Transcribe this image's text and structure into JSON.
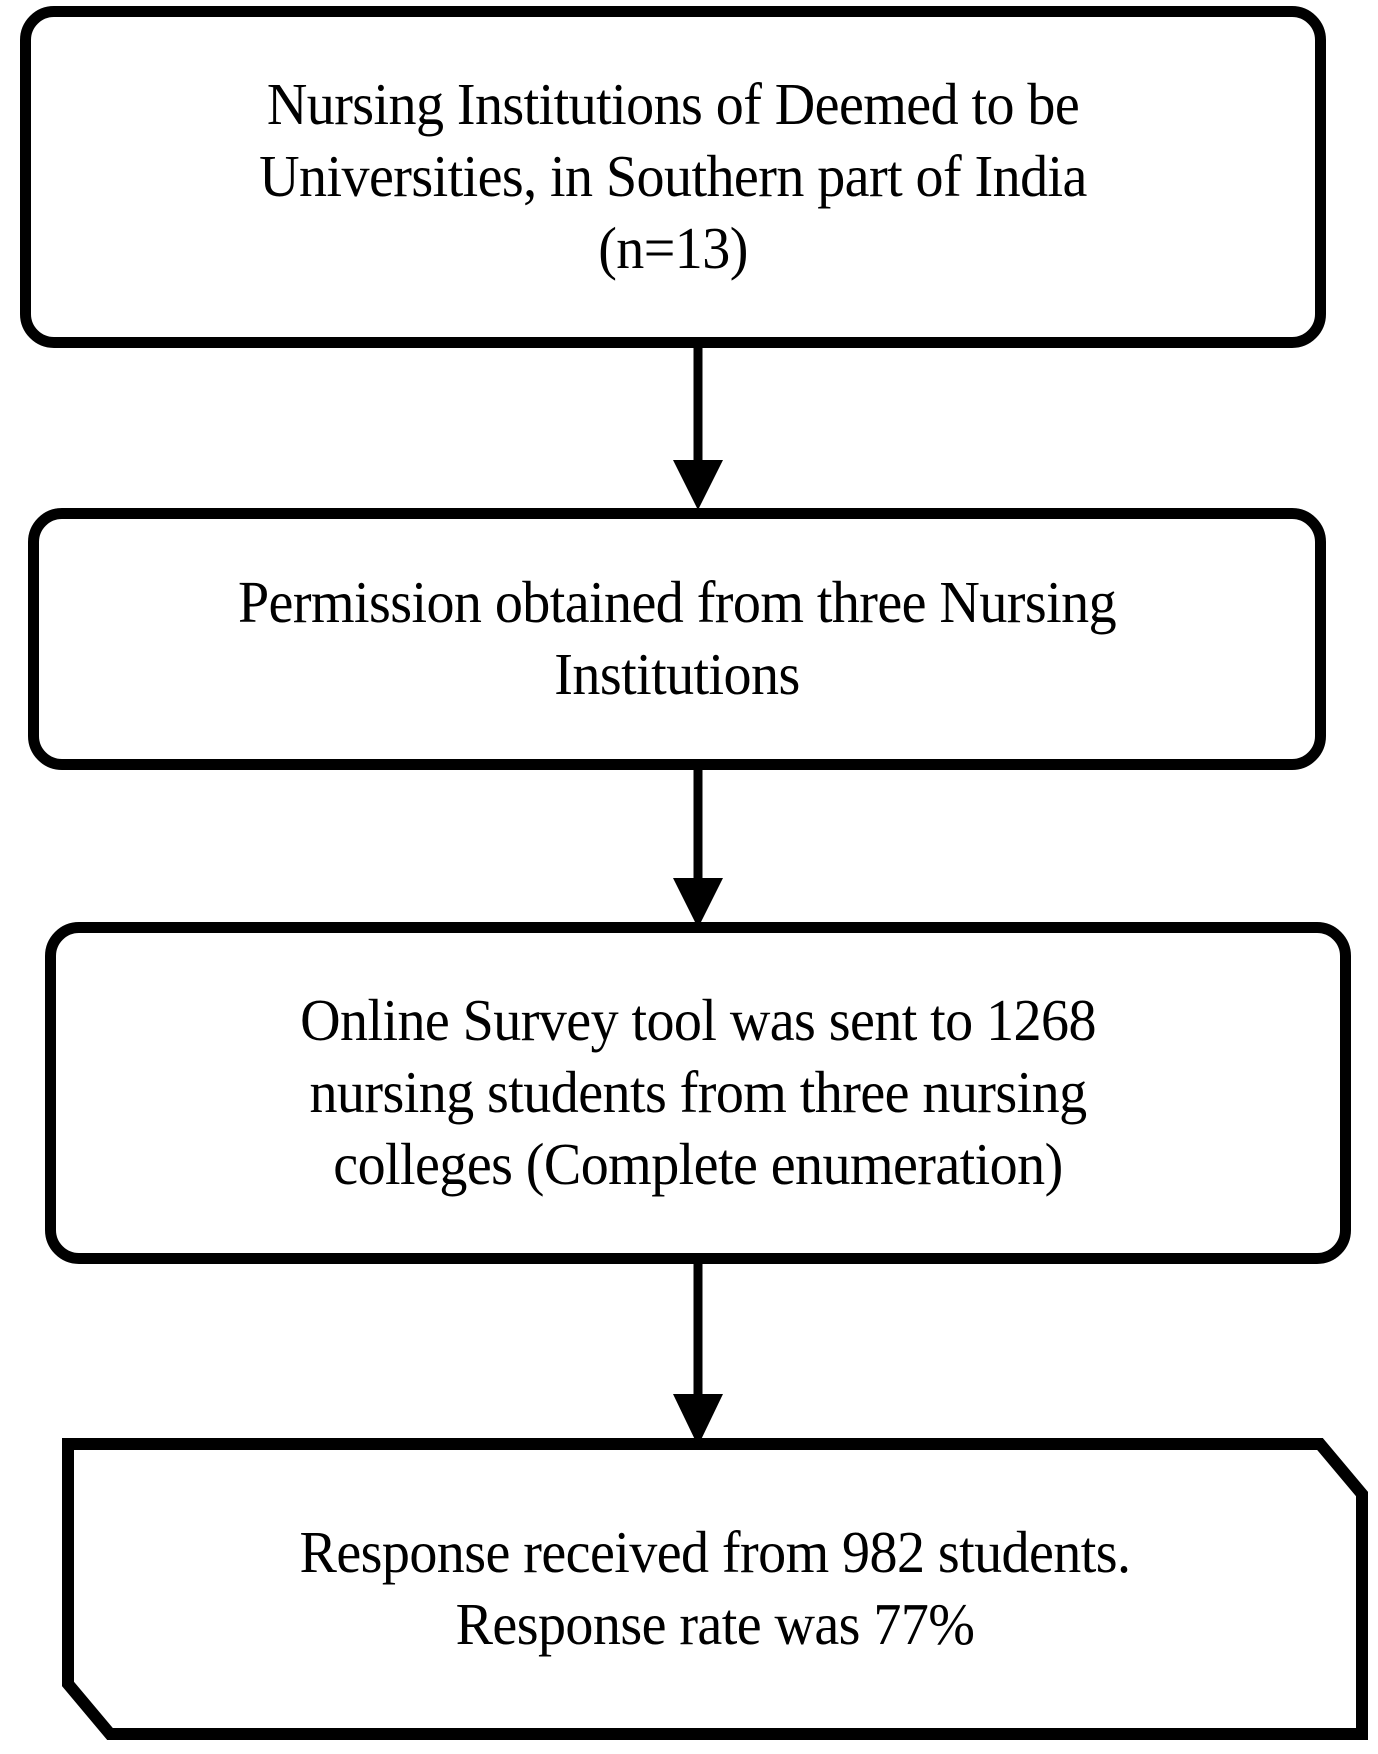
{
  "diagram": {
    "type": "flowchart",
    "orientation": "vertical",
    "title": "Study sampling flow diagram",
    "background_color": "#ffffff",
    "stroke_color": "#000000",
    "text_color": "#000000",
    "nodes": [
      {
        "id": "node-1",
        "shape": "rounded-rectangle",
        "text": "Nursing Institutions of Deemed to be\nUniversities, in Southern part of India\n(n=13)",
        "count_label": "n=13",
        "count_value": 13
      },
      {
        "id": "node-2",
        "shape": "rounded-rectangle",
        "text": "Permission obtained from three Nursing\nInstitutions",
        "count_label": "three",
        "count_value": 3
      },
      {
        "id": "node-3",
        "shape": "rounded-rectangle",
        "text": "Online Survey tool was sent to 1268\nnursing students from three nursing\ncolleges (Complete enumeration)",
        "count_label": "1268",
        "count_value": 1268
      },
      {
        "id": "node-4",
        "shape": "chamfered-rectangle",
        "text": "Response received from 982 students.\nResponse rate was 77%",
        "count_label": "982",
        "count_value": 982,
        "rate_label": "77%",
        "rate_value": 77
      }
    ],
    "connectors": [
      {
        "id": "arrow-1",
        "from": "node-1",
        "to": "node-2",
        "direction": "down",
        "icon": "arrow-down-icon"
      },
      {
        "id": "arrow-2",
        "from": "node-2",
        "to": "node-3",
        "direction": "down",
        "icon": "arrow-down-icon"
      },
      {
        "id": "arrow-3",
        "from": "node-3",
        "to": "node-4",
        "direction": "down",
        "icon": "arrow-down-icon"
      }
    ]
  }
}
